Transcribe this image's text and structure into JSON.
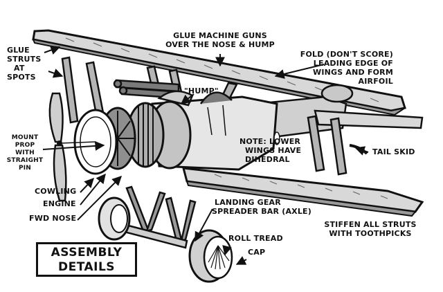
{
  "title": [
    "ASSEMBLY",
    "DETAILS"
  ],
  "callouts": {
    "glue_struts": [
      "GLUE",
      "STRUTS",
      "AT",
      "SPOTS"
    ],
    "glue_guns": [
      "GLUE MACHINE GUNS",
      "OVER THE NOSE & HUMP"
    ],
    "fold_leading_edge": [
      "FOLD (DON'T SCORE)",
      "LEADING EDGE OF",
      "WINGS AND FORM",
      "AIRFOIL"
    ],
    "hump": "\"HUMP\"",
    "mount_prop": [
      "MOUNT",
      "PROP",
      "WITH",
      "STRAIGHT",
      "PIN"
    ],
    "lower_wings": [
      "NOTE: LOWER",
      "WINGS HAVE",
      "DIHEDRAL"
    ],
    "tail_skid": "TAIL SKID",
    "cowling": "COWLING",
    "engine": "ENGINE",
    "fwd_nose": "FWD NOSE",
    "landing_gear": [
      "LANDING GEAR",
      "SPREADER BAR (AXLE)"
    ],
    "roll_tread": "ROLL TREAD",
    "cap": "CAP",
    "stiffen_struts": [
      "STIFFEN ALL STRUTS",
      "WITH TOOTHPICKS"
    ]
  },
  "colors": {
    "ink": "#111111",
    "grey_light": "#d8d8d8",
    "grey_mid": "#b5b5b5",
    "grey_dark": "#8a8a8a"
  }
}
